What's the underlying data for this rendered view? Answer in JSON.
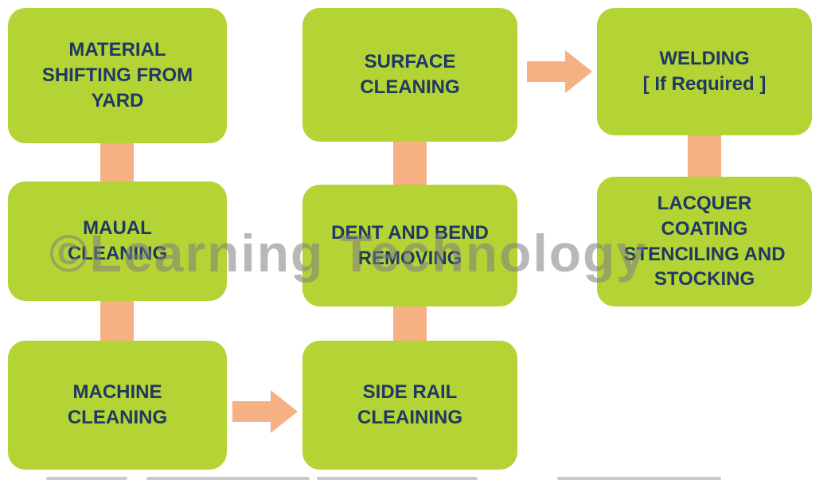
{
  "watermark": {
    "text": "©Learning Technology"
  },
  "colors": {
    "node_fill": "#b4d335",
    "node_text": "#1f3864",
    "connector": "#f5b183",
    "watermark": "#7f7f7f",
    "background": "#ffffff"
  },
  "nodes": {
    "material_shifting": {
      "label": "MATERIAL\nSHIFTING FROM\nYARD"
    },
    "maual_cleaning": {
      "label": "MAUAL\nCLEANING"
    },
    "machine_cleaning": {
      "label": "MACHINE\nCLEANING"
    },
    "surface_cleaning": {
      "label": "SURFACE\nCLEANING"
    },
    "dent_bend_removing": {
      "label": "DENT AND BEND\nREMOVING"
    },
    "side_rail_cleaning": {
      "label": "SIDE RAIL\nCLEAINING"
    },
    "welding": {
      "label": "WELDING\n[ If Required ]"
    },
    "lacquer_coating": {
      "label": "LACQUER\nCOATING\nSTENCILING AND\nSTOCKING"
    }
  },
  "chart_data": {
    "type": "flowchart",
    "title": "",
    "nodes": [
      {
        "id": "material_shifting",
        "label": "MATERIAL SHIFTING FROM YARD"
      },
      {
        "id": "maual_cleaning",
        "label": "MAUAL CLEANING"
      },
      {
        "id": "machine_cleaning",
        "label": "MACHINE CLEANING"
      },
      {
        "id": "side_rail_cleaning",
        "label": "SIDE RAIL CLEAINING"
      },
      {
        "id": "dent_bend_removing",
        "label": "DENT AND BEND REMOVING"
      },
      {
        "id": "surface_cleaning",
        "label": "SURFACE CLEANING"
      },
      {
        "id": "welding",
        "label": "WELDING [ If Required ]"
      },
      {
        "id": "lacquer_coating",
        "label": "LACQUER COATING STENCILING AND STOCKING"
      }
    ],
    "edges": [
      {
        "from": "material_shifting",
        "to": "maual_cleaning",
        "type": "connector"
      },
      {
        "from": "maual_cleaning",
        "to": "machine_cleaning",
        "type": "connector"
      },
      {
        "from": "machine_cleaning",
        "to": "side_rail_cleaning",
        "type": "arrow-right"
      },
      {
        "from": "side_rail_cleaning",
        "to": "dent_bend_removing",
        "type": "connector"
      },
      {
        "from": "dent_bend_removing",
        "to": "surface_cleaning",
        "type": "connector"
      },
      {
        "from": "surface_cleaning",
        "to": "welding",
        "type": "arrow-right"
      },
      {
        "from": "welding",
        "to": "lacquer_coating",
        "type": "connector"
      }
    ]
  }
}
